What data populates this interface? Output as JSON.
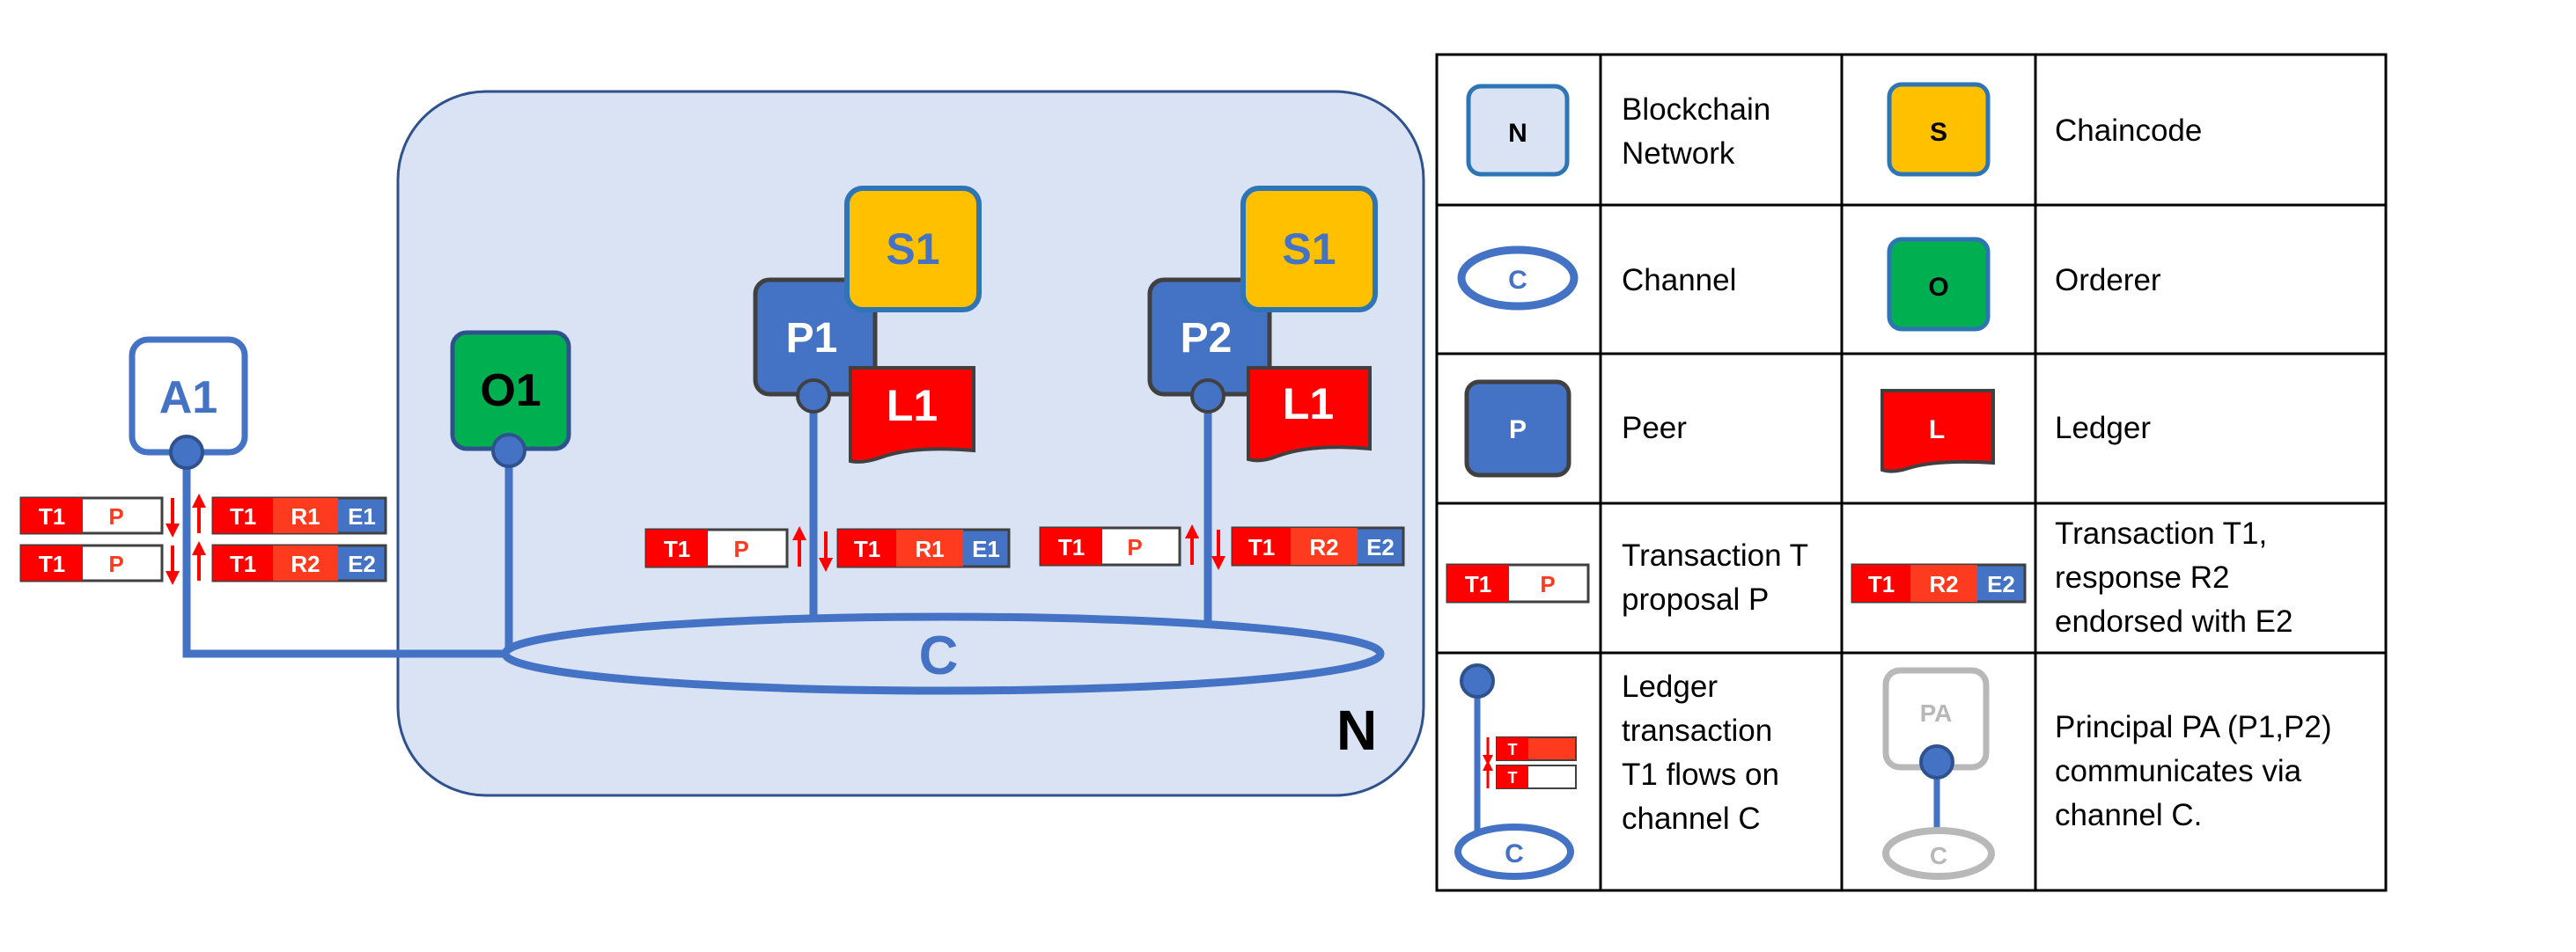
{
  "diagram": {
    "network_label": "N",
    "channel_label": "C",
    "application_label": "A1",
    "orderer_label": "O1",
    "peer1": {
      "peer": "P1",
      "chaincode": "S1",
      "ledger": "L1"
    },
    "peer2": {
      "peer": "P2",
      "chaincode": "S1",
      "ledger": "L1"
    },
    "a1_messages": [
      {
        "proposal": [
          "T1",
          "P"
        ],
        "response": [
          "T1",
          "R1",
          "E1"
        ]
      },
      {
        "proposal": [
          "T1",
          "P"
        ],
        "response": [
          "T1",
          "R2",
          "E2"
        ]
      }
    ],
    "p1_messages": {
      "proposal": [
        "T1",
        "P"
      ],
      "response": [
        "T1",
        "R1",
        "E1"
      ]
    },
    "p2_messages": {
      "proposal": [
        "T1",
        "P"
      ],
      "response": [
        "T1",
        "R2",
        "E2"
      ]
    }
  },
  "legend": {
    "rows": [
      {
        "left": {
          "icon": "N",
          "text": [
            "Blockchain",
            "Network"
          ]
        },
        "right": {
          "icon": "S",
          "text": [
            "Chaincode"
          ]
        }
      },
      {
        "left": {
          "icon": "C",
          "text": [
            "Channel"
          ]
        },
        "right": {
          "icon": "O",
          "text": [
            "Orderer"
          ]
        }
      },
      {
        "left": {
          "icon": "P",
          "text": [
            "Peer"
          ]
        },
        "right": {
          "icon": "L",
          "text": [
            "Ledger"
          ]
        }
      },
      {
        "left": {
          "icon_cells": [
            "T1",
            "P"
          ],
          "text": [
            "Transaction T",
            "proposal P"
          ]
        },
        "right": {
          "icon_cells": [
            "T1",
            "R2",
            "E2"
          ],
          "text": [
            "Transaction T1,",
            "response R2",
            "endorsed with E2"
          ]
        }
      },
      {
        "left": {
          "icon_channel": "C",
          "icon_token": "T",
          "text": [
            "Ledger",
            "transaction",
            "T1 flows on",
            "channel C"
          ]
        },
        "right": {
          "icon_principal": "PA",
          "icon_channel": "C",
          "text": [
            "Principal PA (P1,P2)",
            "communicates via",
            "channel C."
          ]
        }
      }
    ]
  },
  "colors": {
    "network_fill": "#dae3f3",
    "blue": "#4472c4",
    "dark_blue": "#2f528f",
    "red": "#ff0000",
    "orange_red": "#ff3b1f",
    "yellow": "#ffc000",
    "green": "#00b050",
    "gray": "#b8b8b8"
  }
}
